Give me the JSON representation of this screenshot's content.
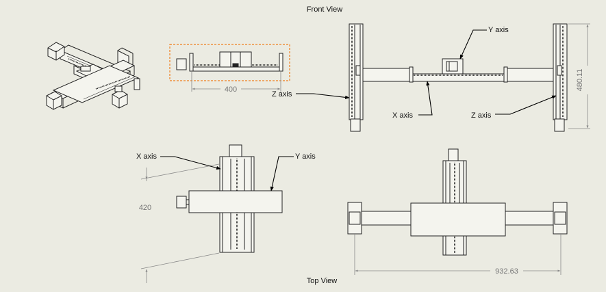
{
  "views": {
    "front_title": "Front View",
    "top_title": "Top View"
  },
  "labels": {
    "y_axis_front": "Y axis",
    "z_axis_left": "Z axis",
    "x_axis_front": "X axis",
    "z_axis_right": "Z axis",
    "x_axis_top": "X axis",
    "y_axis_top": "Y axis"
  },
  "dimensions": {
    "small_width": "400",
    "height": "480.11",
    "depth": "420",
    "overall_width": "932.63"
  },
  "colors": {
    "background": "#ebebe2",
    "selection_box": "#f08020",
    "line": "#222222"
  }
}
